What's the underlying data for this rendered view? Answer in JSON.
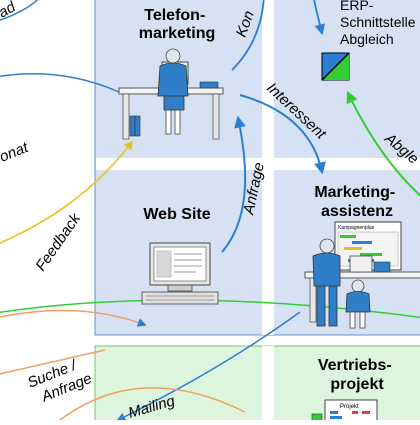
{
  "nodes": {
    "telefon": "Telefon-\nmarketing",
    "website": "Web Site",
    "marketing": "Marketing-\nassistenz",
    "erp": "ERP-\nSchnittstelle\nAbgleich",
    "vertrieb": "Vertriebs-\nprojekt"
  },
  "edge_labels": {
    "kontakt": "Kon",
    "interessent": "Interessent",
    "anfrage": "Anfrage",
    "abgleich": "Abgle",
    "feedback": "Feedback",
    "monat": "onat",
    "ad": "ad",
    "suche": "Suche /\nAnfrage",
    "mailing": "Mailing"
  },
  "doc_labels": {
    "kampagnenplan": "Kampagnenplan",
    "projekt": "Projekt"
  },
  "colors": {
    "blue_zone": "#d6e2f4",
    "green_zone": "#ddf5dd",
    "arrow_blue": "#2a7fd4",
    "arrow_yellow": "#e8c21a",
    "arrow_green": "#33cc33",
    "curve_orange": "#f0a060",
    "person_blue": "#2f7fc8"
  }
}
